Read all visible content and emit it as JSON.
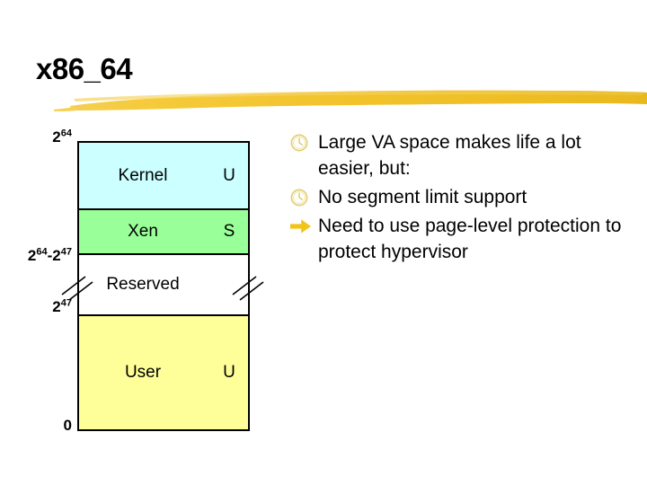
{
  "slide": {
    "title": "x86_64",
    "accent_color": "#f0c330"
  },
  "memory_map": {
    "scale_labels": {
      "top": "2",
      "top_sup": "64",
      "reserved_top_base1": "2",
      "reserved_top_sup1": "64",
      "reserved_top_dash": "-",
      "reserved_top_base2": "2",
      "reserved_top_sup2": "47",
      "reserved_bottom": "2",
      "reserved_bottom_sup": "47",
      "zero": "0"
    },
    "bands": [
      {
        "name": "Kernel",
        "mode": "U",
        "color": "#ccffff"
      },
      {
        "name": "Xen",
        "mode": "S",
        "color": "#99ff99"
      },
      {
        "name": "Reserved",
        "mode": "",
        "color": "#ffffff"
      },
      {
        "name": "User",
        "mode": "U",
        "color": "#ffff99"
      }
    ]
  },
  "bullets": [
    {
      "marker": "clock-icon",
      "text": "Large VA space makes life a lot easier, but:"
    },
    {
      "marker": "clock-icon",
      "text": "No segment limit support"
    },
    {
      "marker": "arrow-icon",
      "text": "Need to use page-level protection to protect hypervisor"
    }
  ]
}
